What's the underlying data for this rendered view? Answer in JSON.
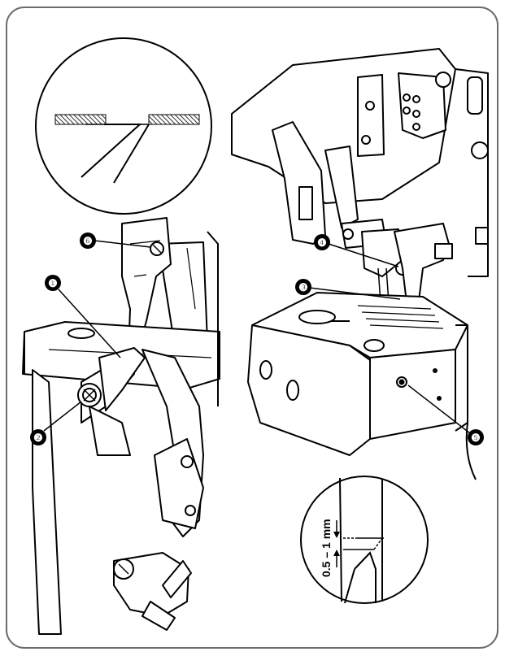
{
  "callouts": {
    "c1": "❶",
    "c2": "❷",
    "c3": "❸",
    "c4": "❹",
    "c5": "❺",
    "c6": "❻"
  },
  "dimension_label": "0.5 – 1 mm",
  "colors": {
    "line": "#000000",
    "frame": "#6b6b6b",
    "background": "#ffffff"
  }
}
